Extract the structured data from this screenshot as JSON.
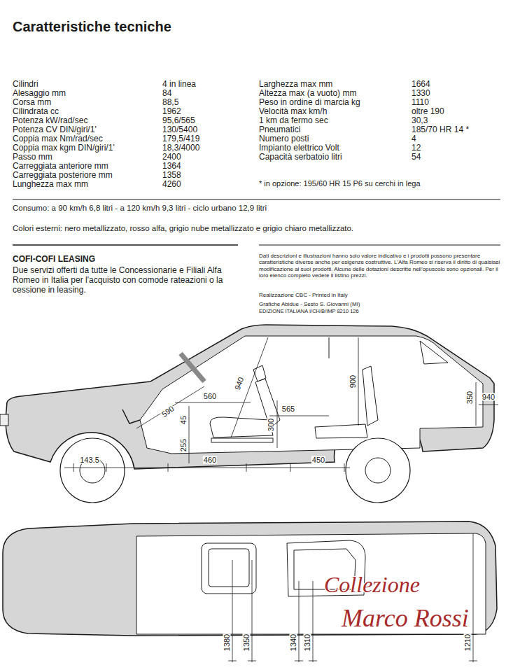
{
  "diagram": {
    "title": "Caratteristiche tecniche",
    "labels": [
      "Cilindri",
      "4 in linea",
      "Alesaggio mm",
      "84",
      "Corsa mm",
      "88,5",
      "Cilindrata cc",
      "1962",
      "Potenza kW/rad/sec",
      "95,6/565",
      "Potenza CV DIN/giri/1'",
      "130/5400",
      "Coppia max Nm/rad/sec",
      "179,5/419",
      "Coppia max kgm DIN/giri/1'",
      "18,3/4000",
      "Passo mm",
      "2400",
      "Carreggiata anteriore mm",
      "1364",
      "Carreggiata posteriore mm",
      "1358",
      "Lunghezza max mm",
      "4260",
      "Larghezza max mm",
      "1664",
      "Altezza max (a vuoto) mm",
      "1330",
      "Peso in ordine di marcia kg",
      "1110",
      "Velocità max km/h",
      "oltre 190",
      "1 km da fermo sec",
      "30,3",
      "Pneumatici",
      "185/70 HR 14 *",
      "Numero posti",
      "4",
      "Impianto elettrico Volt",
      "12",
      "Capacità serbatoio litri",
      "54",
      "* in opzione: 195/60 HR 15 P6 su cerchi in lega",
      "Consumo: a 90 km/h 6,8 litri - a 120 km/h 9,3 litri - ciclo urbano 12,9 litri",
      "Colori esterni: nero metallizzato, rosso alfa, grigio nube metallizzato e grigio chiaro metallizzato.",
      "COFI-COFI LEASING",
      "Due servizi offerti da tutte le Concessionarie e Filiali Alfa Romeo in Italia per l'acquisto con comode rateazioni o la cessione in leasing.",
      "Dati descrizioni e illustrazioni hanno solo valore indicativo e i prodotti possono presentare caratteristiche diverse anche per esigenze costruttive. L'Alfa Romeo si riserva il diritto di qualsiasi modificazione ai suoi prodotti. Alcune delle dotazioni descritte nell'opuscolo sono opzionali. Per il loro elenco completo vedere il listino prezzi.",
      "Realizzazione CBC - Printed in Italy",
      "Grafiche Abidue - Sesto S. Giovanni (MI)",
      "EDIZIONE ITALIANA I/CH/B/IMP 8210 126",
      "940",
      "560",
      "590",
      "255",
      "45",
      "300",
      "565",
      "900",
      "350",
      "940",
      "143.5",
      "460",
      "450",
      "1380",
      "1350",
      "1340",
      "1310",
      "1210",
      "Collezione",
      "Marco Rossi"
    ]
  }
}
